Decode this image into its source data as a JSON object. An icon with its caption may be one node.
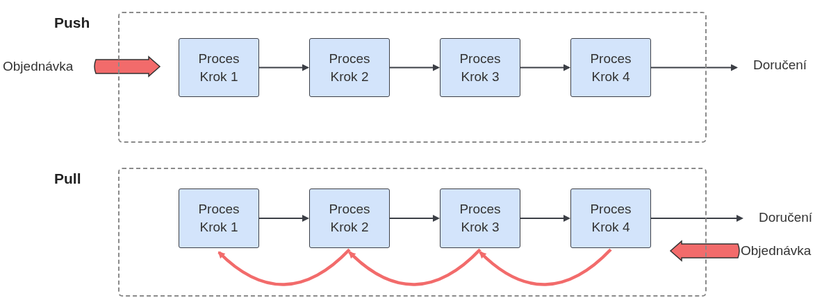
{
  "diagram": {
    "nodes": [
      {
        "text": [
          "Push"
        ]
      },
      {
        "text": [
          "Objednávka"
        ]
      },
      {
        "text": [
          "Proces Krok 1"
        ],
        "in": 0
      },
      {
        "text": [
          "Proces Krok 2"
        ],
        "in": 0
      },
      {
        "text": [
          "Proces Krok 3"
        ],
        "in": 0
      },
      {
        "text": [
          "Proces Krok 4"
        ],
        "in": 0
      },
      {
        "text": [
          "Doručení"
        ]
      },
      {
        "text": [
          "Pull"
        ]
      },
      {
        "text": [
          "Proces Krok 1"
        ],
        "in": 7
      },
      {
        "text": [
          "Proces Krok 2"
        ],
        "in": 7
      },
      {
        "text": [
          "Proces Krok 3"
        ],
        "in": 7
      },
      {
        "text": [
          "Proces Krok 4"
        ],
        "in": 7
      },
      {
        "text": [
          "Doručení"
        ]
      },
      {
        "text": [
          "Objednávka"
        ]
      }
    ],
    "edges": [
      {
        "from": 1,
        "to": 2,
        "arrow": "to",
        "style": "thick",
        "color": "#f26b6b"
      },
      {
        "from": 2,
        "to": 3,
        "arrow": "to"
      },
      {
        "from": 3,
        "to": 4,
        "arrow": "to"
      },
      {
        "from": 4,
        "to": 5,
        "arrow": "to"
      },
      {
        "from": 5,
        "to": 6,
        "arrow": "to"
      },
      {
        "from": 8,
        "to": 9,
        "arrow": "to"
      },
      {
        "from": 9,
        "to": 10,
        "arrow": "to"
      },
      {
        "from": 10,
        "to": 11,
        "arrow": "to"
      },
      {
        "from": 11,
        "to": 12,
        "arrow": "to"
      },
      {
        "from": 13,
        "to": null,
        "arrow": "to",
        "style": "thick",
        "color": "#f26b6b"
      },
      {
        "from": 9,
        "to": 8,
        "arrow": "to",
        "style": "thick",
        "color": "#f26b6b"
      },
      {
        "from": 10,
        "to": 9,
        "arrow": "to",
        "style": "thick",
        "color": "#f26b6b"
      },
      {
        "from": 11,
        "to": 10,
        "arrow": "to",
        "style": "thick",
        "color": "#f26b6b"
      }
    ]
  }
}
